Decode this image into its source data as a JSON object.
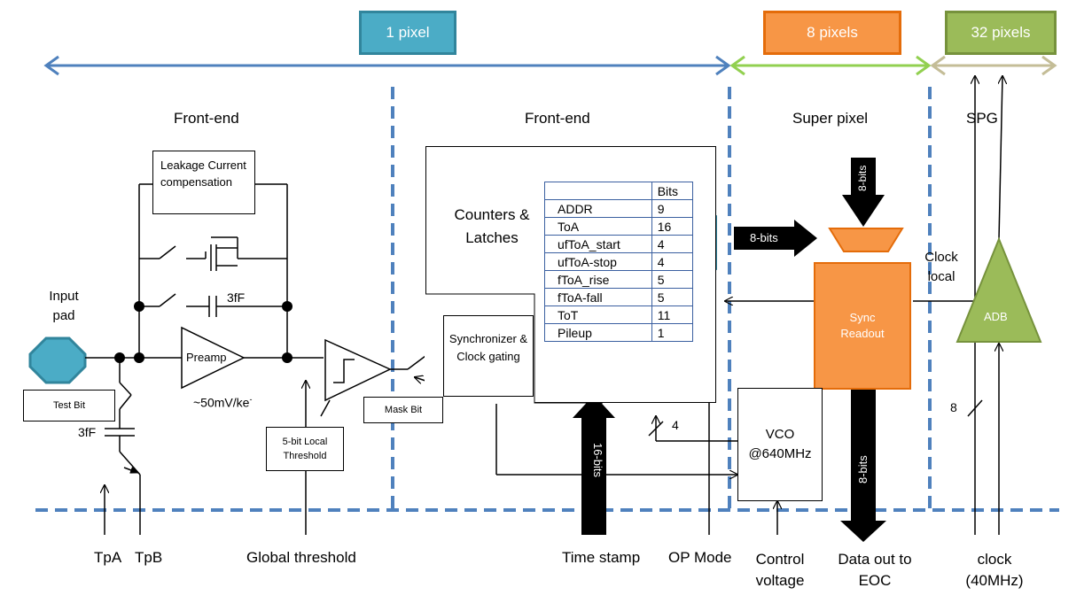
{
  "headers": {
    "one_pixel": "1 pixel",
    "eight_pixels": "8 pixels",
    "thirty_two_pixels": "32 pixels"
  },
  "sections": {
    "front_end_left": "Front-end",
    "front_end_right": "Front-end",
    "super_pixel": "Super pixel",
    "spg": "SPG"
  },
  "blocks": {
    "leakage": "Leakage Current compensation",
    "counters": "Counters & Latches",
    "synchronizer": "Synchronizer & Clock gating",
    "sync_readout": "Sync Readout",
    "vco": "VCO @640MHz",
    "adb": "ADB",
    "preamp": "Preamp",
    "local_threshold": "5-bit Local Threshold",
    "mask_bit": "Mask Bit",
    "test_bit": "Test Bit"
  },
  "labels": {
    "input_pad": "Input pad",
    "cap_3ff_feedback": "3fF",
    "cap_3ff_test": "3fF",
    "gain": "~50mV/ke",
    "gain_sup": "-",
    "clock_local": "Clock local",
    "bus_8bits_in": "8-bits",
    "bus_8bits_side": "8-bits",
    "bus_8bits_out": "8-bits",
    "bus_16bits": "16-bits",
    "bus_4": "4",
    "bus_8": "8"
  },
  "bottom_labels": {
    "tpa": "TpA",
    "tpb": "TpB",
    "global_threshold": "Global threshold",
    "time_stamp": "Time stamp",
    "op_mode": "OP Mode",
    "control_voltage": "Control voltage",
    "data_out": "Data out to EOC",
    "clock": "clock (40MHz)"
  },
  "bits_table": {
    "header": "Bits",
    "rows": [
      {
        "name": "ADDR",
        "bits": "9"
      },
      {
        "name": "ToA",
        "bits": "16"
      },
      {
        "name": "ufToA_start",
        "bits": "4"
      },
      {
        "name": "ufToA-stop",
        "bits": "4"
      },
      {
        "name": "fToA_rise",
        "bits": "5"
      },
      {
        "name": "fToA-fall",
        "bits": "5"
      },
      {
        "name": "ToT",
        "bits": "11"
      },
      {
        "name": "Pileup",
        "bits": "1"
      }
    ]
  },
  "colors": {
    "teal": "#4bacc6",
    "orange": "#f79646",
    "green": "#9bbb59",
    "blue_arrow": "#4f81bd",
    "tan_arrow": "#c4bd97",
    "dashed": "#4f81bd"
  }
}
